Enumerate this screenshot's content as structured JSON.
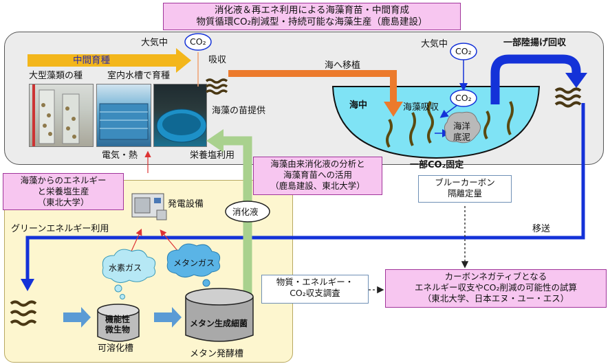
{
  "title_box": {
    "line1": "消化液＆再エネ利用による海藻育苗・中間育成",
    "line2": "物質循環CO₂削減型・持続可能な海藻生産（鹿島建設）"
  },
  "top_panel": {
    "intermediate_cultivation": "中間育種",
    "atmosphere_left": "大気中",
    "atmosphere_right": "大気中",
    "co2": "CO₂",
    "absorb": "吸収",
    "seed_label": "大型藻類の種",
    "tank_label": "室内水槽で育種",
    "transplant_to_sea": "海へ移植",
    "seedling_supply": "海藻の苗提供",
    "nutrient_use": "栄養塩利用",
    "electricity_heat": "電気・熱",
    "partial_landing": "一部陸揚げ回収",
    "in_sea": "海中",
    "seaweed_absorb": "海藻吸収",
    "sediment": "海洋\n底泥",
    "partial_fixation": "一部CO₂固定"
  },
  "boxes": {
    "digestate_analysis": "海藻由来消化液の分析と\n海藻育苗への活用\n（鹿島建設、東北大学）",
    "energy_from_seaweed": "海藻からのエネルギー\nと栄養塩生産\n（東北大学）",
    "blue_carbon": "ブルーカーボン\n隔離定量",
    "balance_survey": "物質・エネルギー・\nCO₂収支調査",
    "carbon_negative": "カーボンネガティブとなる\nエネルギー収支やCO₂削減の可能性の試算\n（東北大学、日本エヌ・ユー・エス）"
  },
  "bottom_panel": {
    "power_facility": "発電設備",
    "green_energy": "グリーンエネルギー利用",
    "digestate": "消化液",
    "hydrogen_gas": "水素ガス",
    "methane_gas": "メタンガス",
    "functional_microbes": "機能性\n微生物",
    "methanogens": "メタン生成細菌",
    "solubilization_tank": "可溶化槽",
    "methane_tank": "メタン発酵槽",
    "transport": "移送"
  },
  "colors": {
    "blue_arrow": "#1432d8",
    "orange_arrow": "#ec7a2c",
    "green_arrow": "#a9d18e",
    "pink_box": "#f7c6f0",
    "sea": "#7fe3f5"
  }
}
